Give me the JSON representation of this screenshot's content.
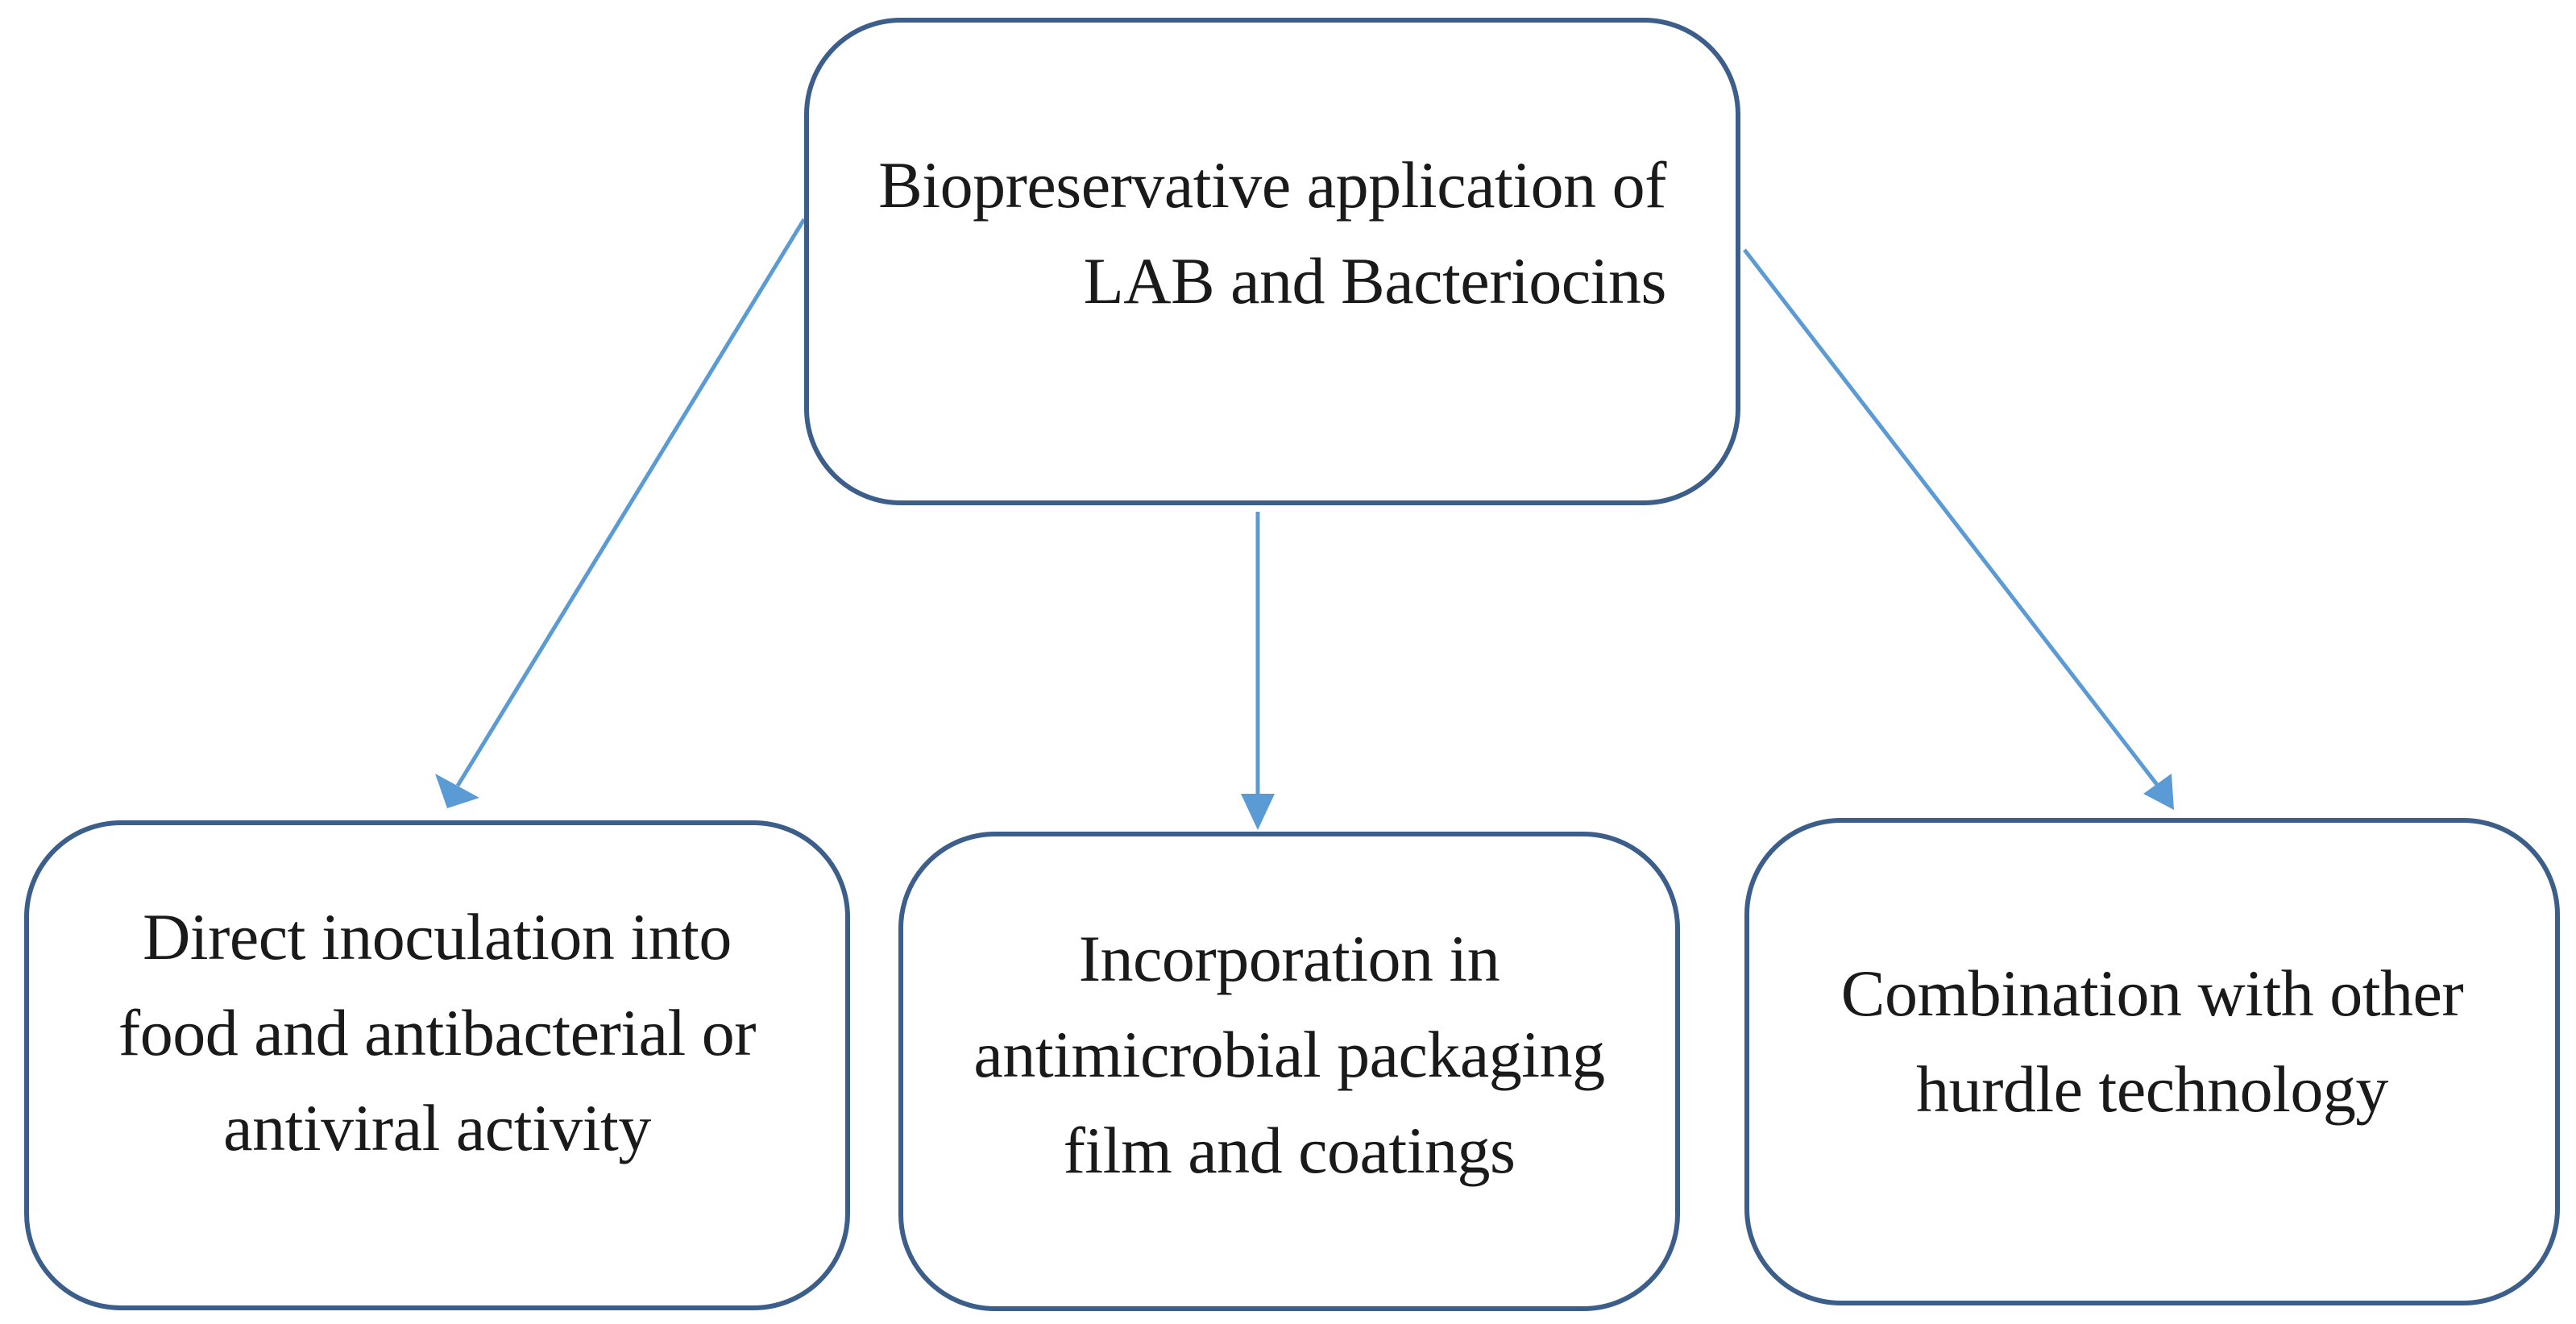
{
  "diagram": {
    "root": {
      "text": "Biopreservative application of\nLAB and Bacteriocins"
    },
    "children": [
      {
        "text": "Direct inoculation into\nfood and antibacterial or\nantiviral activity"
      },
      {
        "text": "Incorporation in\nantimicrobial packaging\nfilm and coatings"
      },
      {
        "text": "Combination with other\nhurdle technology"
      }
    ]
  },
  "colors": {
    "box_border": "#3b5f8a",
    "arrow": "#5b9bd5",
    "text": "#1a1a1a"
  }
}
